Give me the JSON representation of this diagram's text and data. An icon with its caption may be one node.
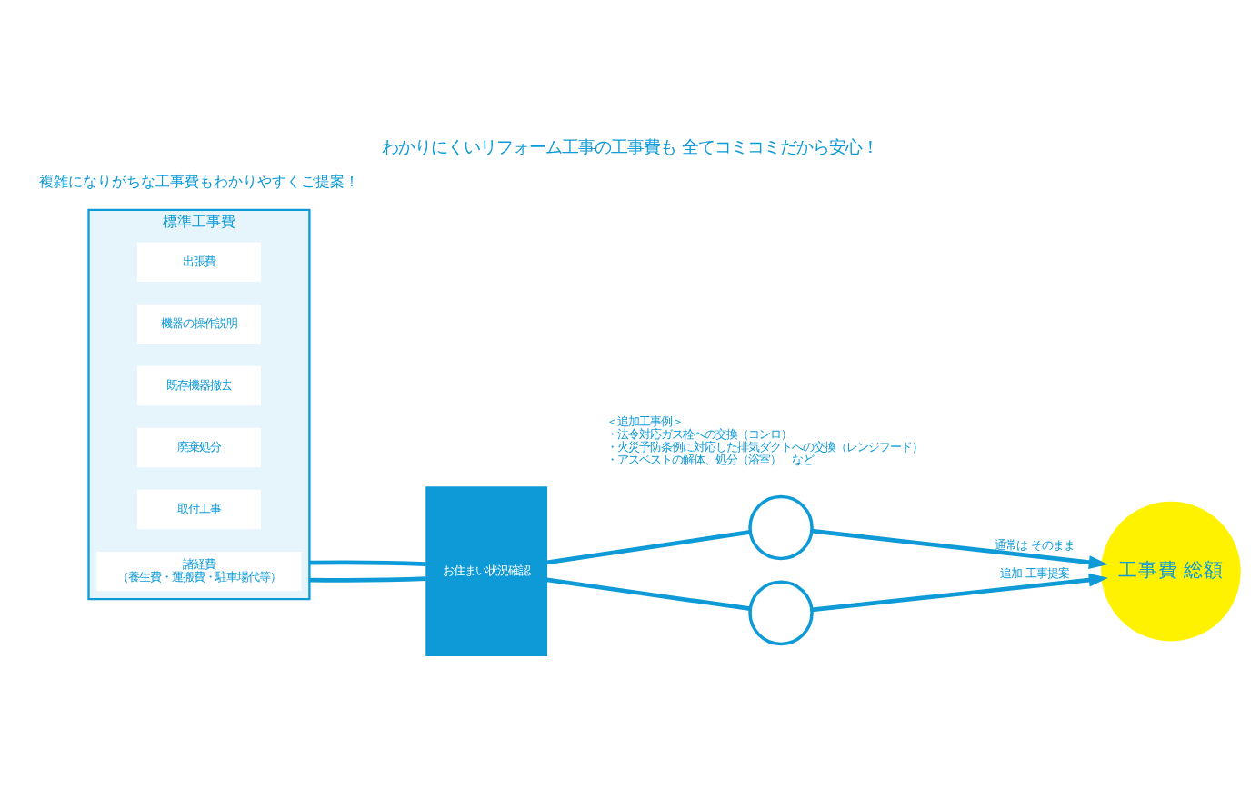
{
  "diagram": {
    "title": "わかりにくいリフォーム工事の工事費も 全てコミコミだから安心！",
    "nodes": [
      {
        "text": [
          "標準工事費"
        ]
      },
      {
        "text": [
          "出張費"
        ],
        "in": 0
      },
      {
        "text": [
          "機器の操作説明"
        ],
        "in": 0
      },
      {
        "text": [
          "既存機器撤去"
        ],
        "in": 0
      },
      {
        "text": [
          "廃棄処分"
        ],
        "in": 0
      },
      {
        "text": [
          "取付工事"
        ],
        "in": 0
      },
      {
        "text": [
          "諸経費",
          "（養生費・運搬費・駐車場代等）"
        ],
        "in": 0
      },
      {
        "text": [
          "お住まい状況確認"
        ]
      },
      {
        "text": [],
        "shape": "circle"
      },
      {
        "text": [],
        "shape": "circle"
      },
      {
        "text": [
          "工事費 総額"
        ]
      }
    ],
    "edges": [
      {
        "from": 0,
        "to": 7,
        "arrow": "none"
      },
      {
        "from": 0,
        "to": 7,
        "arrow": "none"
      },
      {
        "from": 7,
        "to": 8,
        "arrow": "none"
      },
      {
        "from": 7,
        "to": 9,
        "arrow": "none"
      },
      {
        "from": 8,
        "to": 10,
        "label": "通常は そのまま",
        "arrow": "to"
      },
      {
        "from": 9,
        "to": 10,
        "label": "追加 工事提案",
        "arrow": "to"
      }
    ],
    "labels": [
      "複雑になりがちな工事費もわかりやすくご提案！",
      "＜追加工事例＞",
      "・法令対応ガス栓への交換（コンロ）",
      "・火災予防条例に対応した排気ダクトへの交換（レンジフード）",
      "・アスベストの解体、処分（浴室）　など"
    ]
  }
}
